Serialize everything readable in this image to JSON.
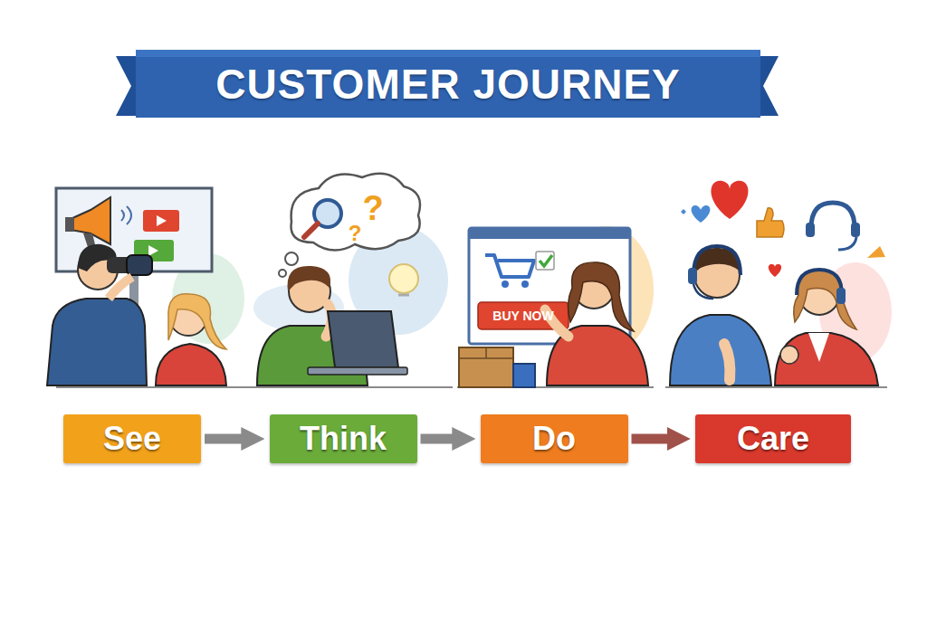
{
  "diagram": {
    "title": "CUSTOMER JOURNEY",
    "nodes": [
      {
        "text": [
          "See"
        ]
      },
      {
        "text": [
          "Think"
        ]
      },
      {
        "text": [
          "Do"
        ]
      },
      {
        "text": [
          "Care"
        ]
      }
    ],
    "edges": [
      {
        "from": 0,
        "to": 1,
        "arrow": "to"
      },
      {
        "from": 1,
        "to": 2,
        "arrow": "to"
      },
      {
        "from": 2,
        "to": 3,
        "arrow": "to"
      }
    ],
    "labels": [
      "?",
      "?",
      "BUY NOW"
    ]
  }
}
